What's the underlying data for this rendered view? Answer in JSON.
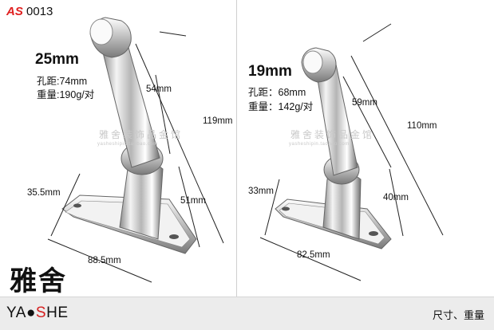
{
  "header": {
    "code_prefix": "AS",
    "code_number": "0013"
  },
  "left_product": {
    "title": "25mm",
    "spacing": "孔距:74mm",
    "weight": "重量:190g/对",
    "dims": {
      "d1": "54mm",
      "d2": "119mm",
      "d3": "51mm",
      "d4": "35.5mm",
      "d5": "88.5mm"
    }
  },
  "right_product": {
    "title": "19mm",
    "spacing": "孔距：68mm",
    "weight": "重量：142g/对",
    "dims": {
      "d1": "59mm",
      "d2": "110mm",
      "d3": "40mm",
      "d4": "33mm",
      "d5": "82.5mm"
    }
  },
  "watermark": {
    "text": "雅舍装饰品金馆",
    "sub": "yasheshipin.taobao.com"
  },
  "brand": {
    "cn": "雅舍",
    "en_a": "YA",
    "en_dot": "●",
    "en_s": "S",
    "en_rest": "HE"
  },
  "footer": {
    "label": "尺寸、重量"
  },
  "colors": {
    "accent_red": "#d62020",
    "footer_bg": "#ececec"
  }
}
